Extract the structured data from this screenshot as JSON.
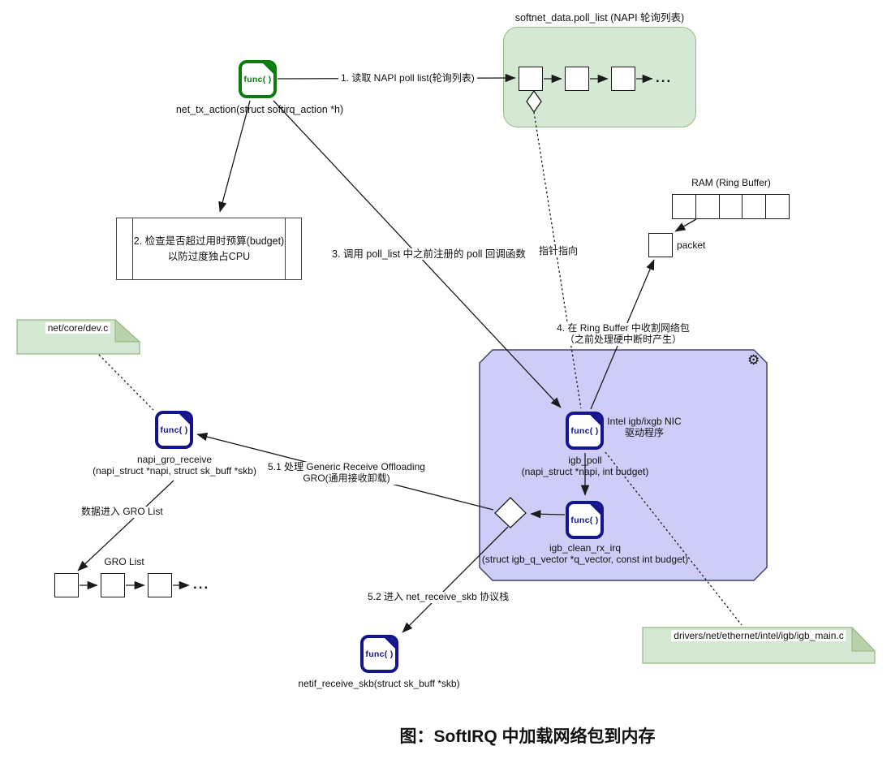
{
  "title": "图：SoftIRQ 中加载网络包到内存",
  "func_label": "func( )",
  "icons": {
    "gear": "⚙"
  },
  "colors": {
    "green_fill": "#d5e8d4",
    "green_border": "#97b985",
    "func_green": "#0d7c0d",
    "func_navy": "#14148c",
    "purple_fill": "#cdcdf7",
    "purple_border": "#44446b",
    "line": "#1a1a1a"
  },
  "poll_list": {
    "label": "softnet_data.poll_list (NAPI 轮询列表)",
    "ellipsis": "..."
  },
  "net_tx_action": {
    "caption": "net_tx_action(struct softirq_action *h)"
  },
  "budget_box": {
    "line1": "2. 检查是否超过用时预算(budget)",
    "line2": "以防过度独占CPU"
  },
  "ram": {
    "label": "RAM (Ring Buffer)",
    "packet_label": "packet"
  },
  "arrows": {
    "step1": "1. 读取 NAPI poll list(轮询列表)",
    "step3": "3. 调用 poll_list 中之前注册的 poll 回调函数",
    "step4_line1": "4. 在 Ring Buffer 中收割网络包",
    "step4_line2": "（之前处理硬中断时产生）",
    "step5_1_line1": "5.1 处理 Generic Receive Offloading",
    "step5_1_line2": "GRO(通用接收卸载)",
    "step5_2": "5.2 进入 net_receive_skb 协议栈",
    "pointer": "指针指向",
    "gro_enter": "数据进入 GRO List"
  },
  "nic_box": {
    "title_line1": "Intel igb/ixgb NIC",
    "title_line2": "驱动程序"
  },
  "igb_poll": {
    "name": "igb_poll",
    "sig": "(napi_struct *napi, int budget)"
  },
  "igb_clean_rx_irq": {
    "name": "igb_clean_rx_irq",
    "sig": "(struct igb_q_vector *q_vector, const int budget)"
  },
  "napi_gro_receive": {
    "name": "napi_gro_receive",
    "sig": "(napi_struct *napi, struct sk_buff *skb)"
  },
  "netif_receive_skb": {
    "caption": "netif_receive_skb(struct sk_buff *skb)"
  },
  "gro_list": {
    "label": "GRO List",
    "ellipsis": "..."
  },
  "files": {
    "dev_c": "net/core/dev.c",
    "igb_main_c": "drivers/net/ethernet/intel/igb/igb_main.c"
  }
}
